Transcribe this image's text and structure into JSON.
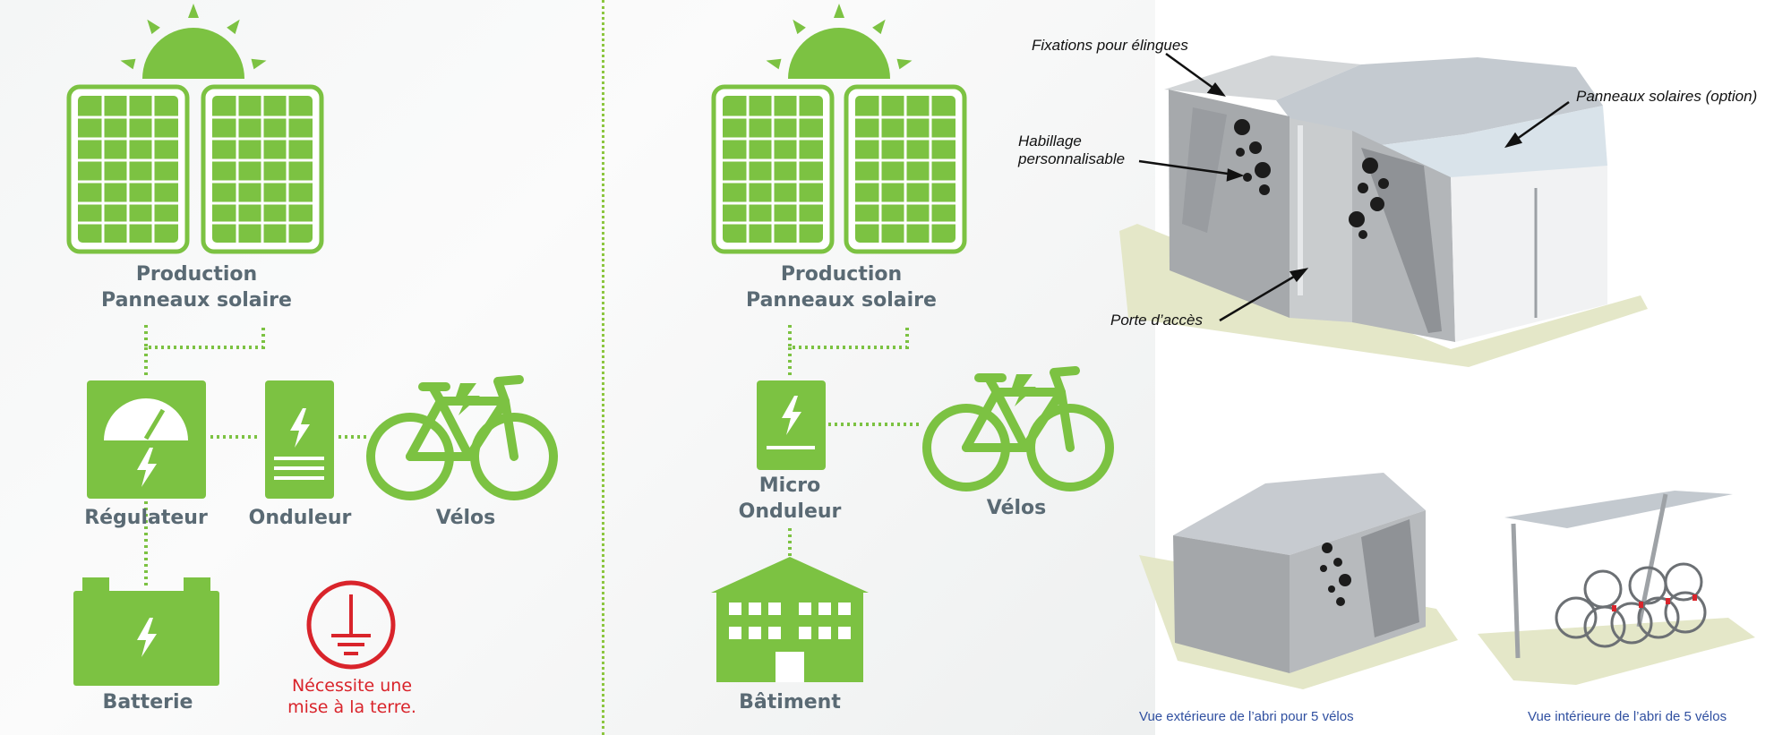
{
  "diagrams": {
    "left": {
      "production": [
        "Production",
        "Panneaux solaire"
      ],
      "regulateur": "Régulateur",
      "onduleur": "Onduleur",
      "velos": "Vélos",
      "batterie": "Batterie",
      "ground_note": [
        "Nécessite une",
        "mise à la terre."
      ]
    },
    "right": {
      "production": [
        "Production",
        "Panneaux solaire"
      ],
      "micro_onduleur": [
        "Micro",
        "Onduleur"
      ],
      "velos": "Vélos",
      "batiment": "Bâtiment"
    }
  },
  "shelter": {
    "annotations": {
      "fixations": "Fixations pour élingues",
      "habillage": [
        "Habillage",
        "personnalisable"
      ],
      "panneaux": "Panneaux solaires (option)",
      "porte": "Porte d’accès"
    },
    "captions": {
      "exterior": "Vue extérieure de l’abri pour 5 vélos",
      "interior": "Vue intérieure de l’abri de 5 vélos"
    }
  },
  "colors": {
    "green": "#7cc242",
    "label": "#5a6a74",
    "warning_red": "#d9242b",
    "caption_blue": "#2f4fa0"
  }
}
